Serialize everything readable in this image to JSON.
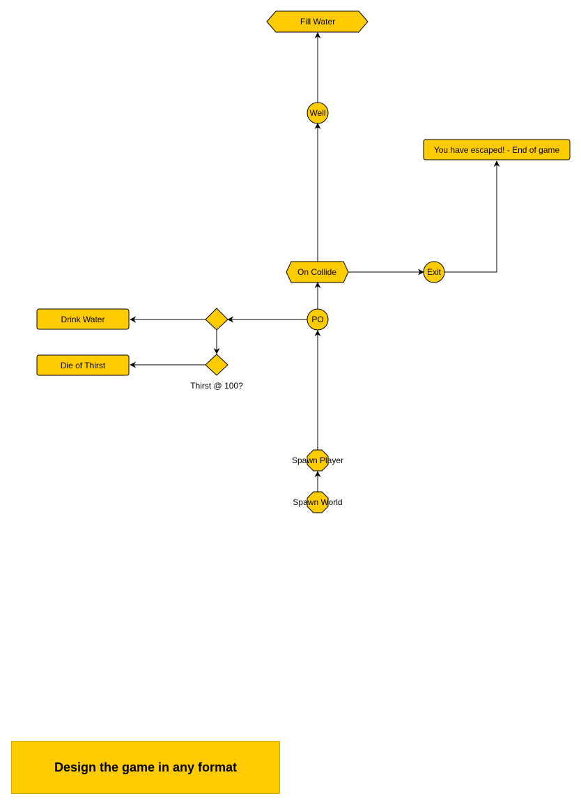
{
  "colors": {
    "node_fill": "#FFCC00",
    "node_stroke": "#000000",
    "edge": "#000000",
    "banner_fill": "#FFCC00"
  },
  "nodes": {
    "fill_water": "Fill Water",
    "well": "Well",
    "escaped": "You have escaped! - End of game",
    "on_collide": "On Collide",
    "exit": "Exit",
    "po": "PO",
    "drink_water": "Drink Water",
    "die_of_thirst": "Die of Thirst",
    "thirst_question": "Thirst @ 100?",
    "spawn_player": "Spawn Player",
    "spawn_world": "Spawn World"
  },
  "banner": {
    "text": "Design the game in any format"
  }
}
